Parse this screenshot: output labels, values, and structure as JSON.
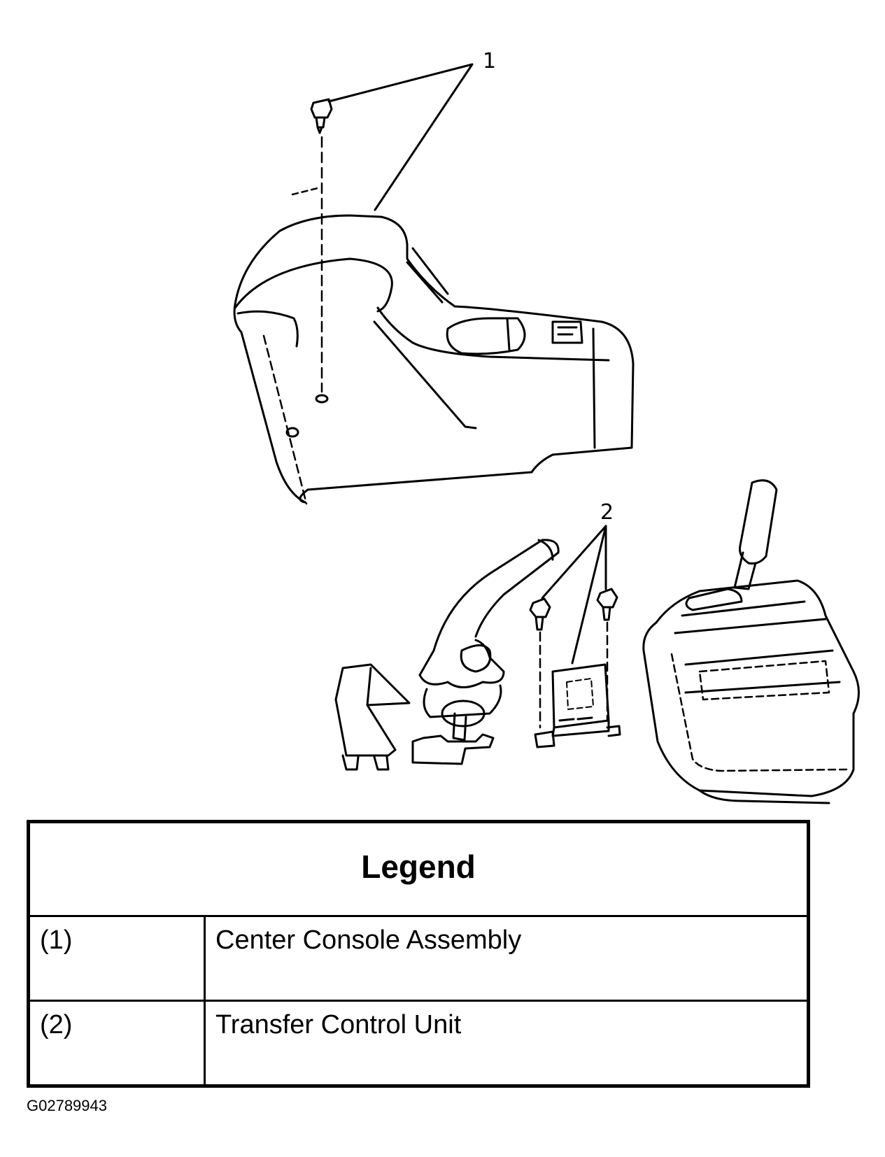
{
  "diagram": {
    "callouts": [
      {
        "id": "1"
      },
      {
        "id": "2"
      }
    ]
  },
  "legend": {
    "title": "Legend",
    "rows": [
      {
        "num": "(1)",
        "label": "Center Console Assembly"
      },
      {
        "num": "(2)",
        "label": "Transfer Control Unit"
      }
    ]
  },
  "figure_id": "G02789943"
}
